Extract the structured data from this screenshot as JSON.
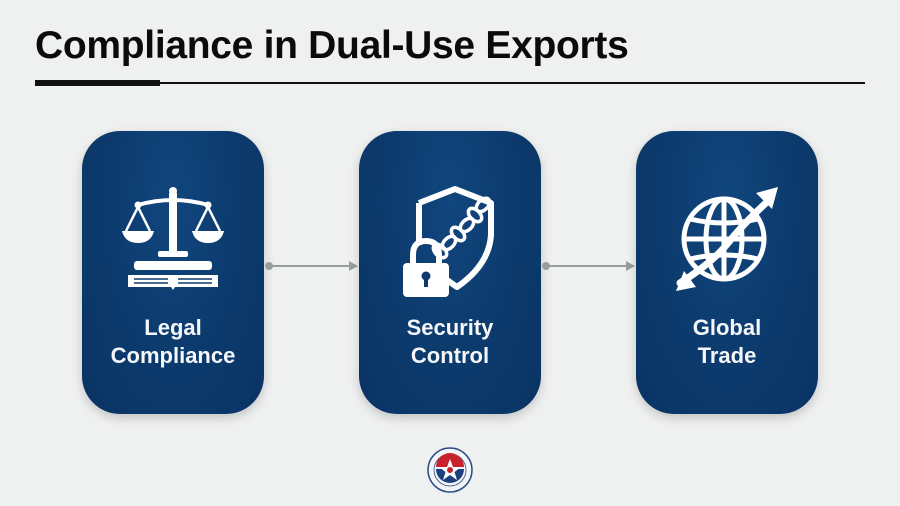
{
  "header": {
    "title": "Compliance in Dual-Use Exports"
  },
  "flow": {
    "steps": [
      {
        "label_line1": "Legal",
        "label_line2": "Compliance",
        "icon": "scales-of-justice-on-book-icon"
      },
      {
        "label_line1": "Security",
        "label_line2": "Control",
        "icon": "shield-chain-padlock-icon"
      },
      {
        "label_line1": "Global",
        "label_line2": "Trade",
        "icon": "globe-bidirectional-arrow-icon"
      }
    ],
    "connectors": 2
  },
  "colors": {
    "background": "#eff0f0",
    "card": "#0c3a6c",
    "connector": "#9a9da0",
    "title": "#0b0b0b"
  },
  "footer": {
    "logo": "institution-emblem-icon"
  }
}
